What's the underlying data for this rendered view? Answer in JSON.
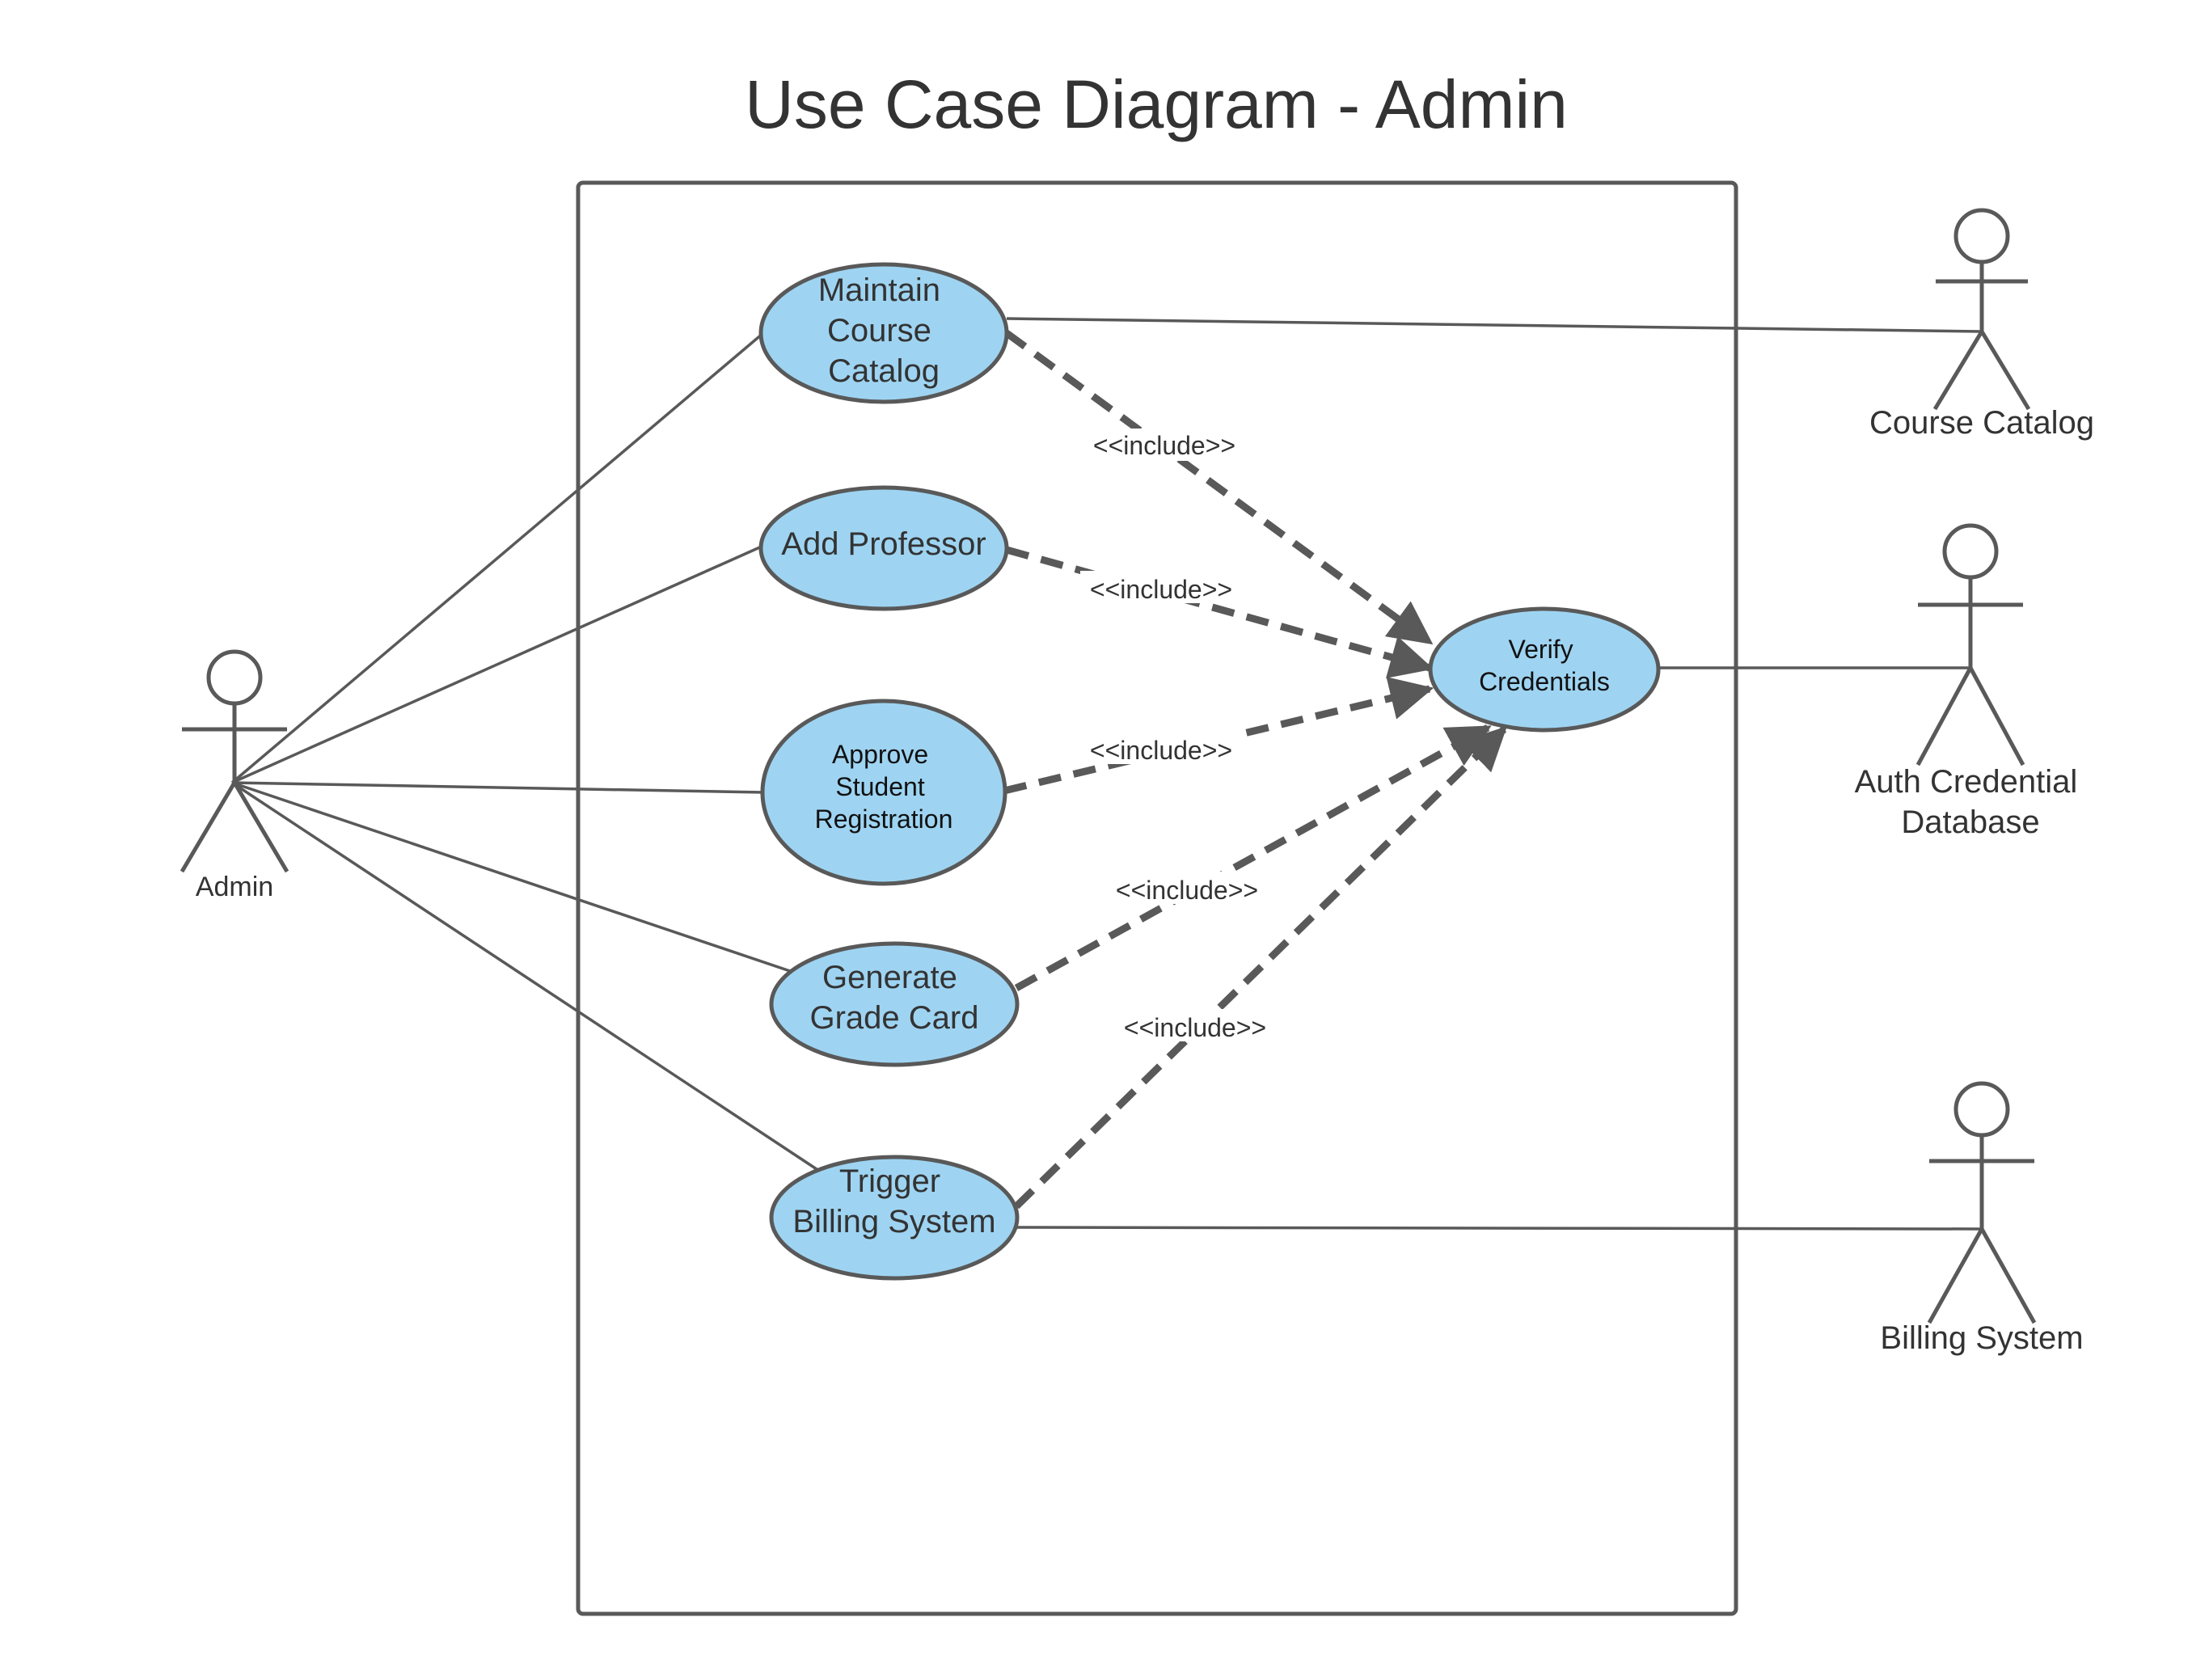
{
  "title": "Use Case Diagram - Admin",
  "colors": {
    "use_case_fill": "#9ed4f2",
    "stroke": "#595959",
    "text": "#333333"
  },
  "actors": {
    "admin": "Admin",
    "course_catalog": "Course Catalog",
    "auth_db_line1": "Auth Credential",
    "auth_db_line2": "Database",
    "billing_system": "Billing System"
  },
  "use_cases": {
    "maintain_catalog": [
      "Maintain",
      "Course",
      "Catalog"
    ],
    "add_professor": [
      "Add Professor"
    ],
    "approve_registration": [
      "Approve",
      "Student",
      "Registration"
    ],
    "generate_grade_card": [
      "Generate",
      "Grade Card"
    ],
    "trigger_billing": [
      "Trigger",
      "Billing System"
    ],
    "verify_credentials": [
      "Verify",
      "Credentials"
    ]
  },
  "relationships": {
    "include_label": "<<include>>"
  }
}
